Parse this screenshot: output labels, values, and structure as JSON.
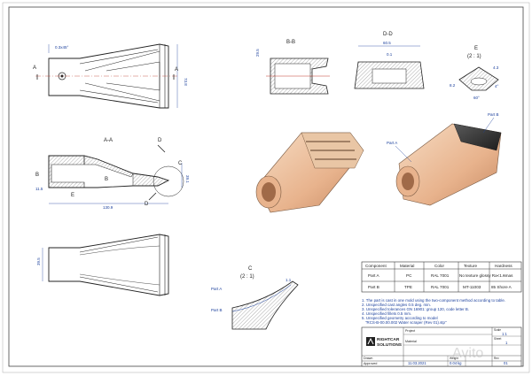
{
  "views": {
    "section_bb": "B-B",
    "section_aa": "A-A",
    "section_dd": "D-D",
    "detail_e_title": "E",
    "detail_e_scale": "(2 : 1)",
    "detail_c_title": "C",
    "detail_c_scale": "(2 : 1)"
  },
  "section_markers": {
    "a": "A",
    "b": "B",
    "c": "C",
    "d": "D",
    "e": "E"
  },
  "dimensions": {
    "chamfer": "0.3x45°",
    "height_top": "73.8",
    "bb_depth": "29.5",
    "dd_width_top": "60.5",
    "dd_width": "0.1",
    "e_h": "4.3",
    "e_w": "8.2",
    "e_angle": "60°",
    "e_r": "4°",
    "aa_h": "39.1",
    "aa_left": "11.5",
    "aa_len": "130.9",
    "bottom_h": "39.5",
    "c_thk": "1.1"
  },
  "part_labels": {
    "part_a": "Part A",
    "part_b": "Part B"
  },
  "bom": {
    "headers": [
      "Component",
      "Material",
      "Color",
      "Texture",
      "Hardness"
    ],
    "rows": [
      [
        "Part A",
        "PC",
        "RAL 7001",
        "No texture glossy Ra<1.6mas",
        "-"
      ],
      [
        "Part B",
        "TPE",
        "RAL 7001",
        "MT-11003",
        "85 Shore A"
      ]
    ]
  },
  "notes": [
    "1. The part is cast in one mold using the two-component method according to table.",
    "2. Unspecified cast angles 0.5 deg. min.",
    "3. Unspecified tolerances GN 16901: group 120, code letter B.",
    "4. Unspecified fillets 0.5 mm.",
    "5. Unspecified geometry according to model",
    "\"RCS-B-00.00.002 Water scraper (Rev 01).stp\""
  ],
  "title_block": {
    "company_line1": "RIGHTCAR",
    "company_line2": "SOLUTIONS",
    "project_label": "Project",
    "material_label": "Material",
    "drawn_label": "Drawn",
    "approved_label": "Approved",
    "date": "11.03.2021",
    "weight": "0.04",
    "weight_unit": "kg",
    "scale": "1:1",
    "sheet": "1",
    "revision": "01",
    "scale_label": "Scale",
    "weight_label": "Weight",
    "sheet_label": "Sheet",
    "rev_label": "Rev"
  },
  "watermark": "Avito"
}
